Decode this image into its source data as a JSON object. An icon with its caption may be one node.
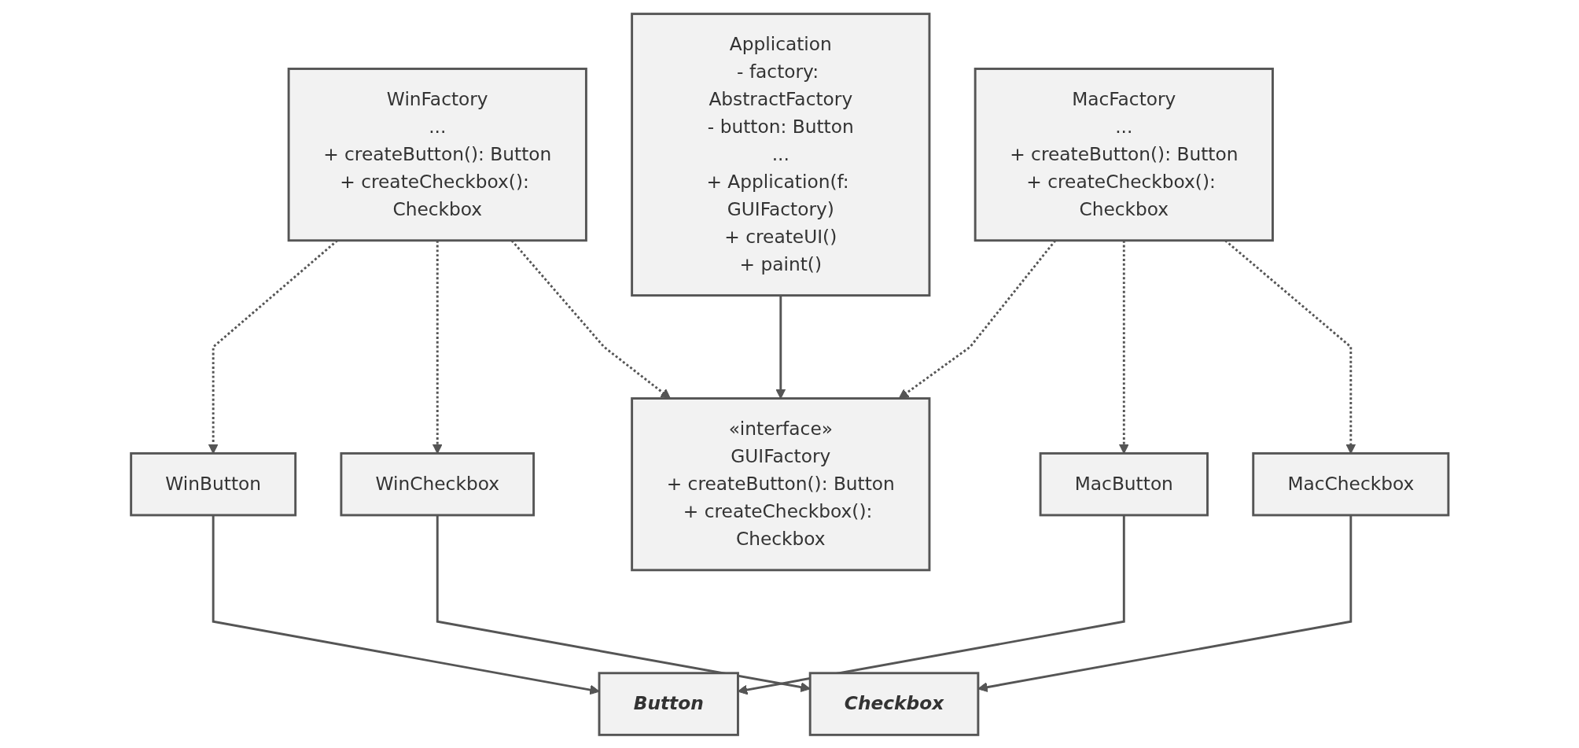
{
  "diagram": {
    "nodes": [
      {
        "text": [
          "WinFactory",
          "...",
          "+ createButton(): Button",
          "+ createCheckbox(): Checkbox"
        ]
      },
      {
        "text": [
          "WinButton"
        ]
      },
      {
        "text": [
          "WinCheckbox"
        ]
      },
      {
        "text": [
          "«interface»",
          "GUIFactory",
          "+ createButton(): Button",
          "+ createCheckbox(): Checkbox"
        ]
      },
      {
        "text": [
          "Application",
          "- factory: AbstractFactory",
          "- button: Button",
          "...",
          "+ Application(f: GUIFactory)",
          "+ createUI()",
          "+ paint()"
        ]
      },
      {
        "text": [
          "Button"
        ]
      },
      {
        "text": [
          "Checkbox"
        ]
      },
      {
        "text": [
          "MacButton"
        ]
      },
      {
        "text": [
          "MacCheckbox"
        ]
      },
      {
        "text": [
          "MacFactory",
          "...",
          "+ createButton(): Button",
          "+ createCheckbox(): Checkbox"
        ]
      }
    ],
    "edges": [
      {
        "from": 0,
        "to": 1,
        "arrow": "to",
        "style": "dashed"
      },
      {
        "from": 0,
        "to": 2,
        "arrow": "to",
        "style": "dashed"
      },
      {
        "from": 0,
        "to": 3,
        "arrow": "to",
        "style": "dashed"
      },
      {
        "from": 1,
        "to": 5,
        "arrow": "to"
      },
      {
        "from": 2,
        "to": 6,
        "arrow": "to"
      },
      {
        "from": 4,
        "to": 3,
        "arrow": "to"
      },
      {
        "from": 7,
        "to": 5,
        "arrow": "to"
      },
      {
        "from": 8,
        "to": 6,
        "arrow": "to"
      },
      {
        "from": 9,
        "to": 3,
        "arrow": "to",
        "style": "dashed"
      },
      {
        "from": 9,
        "to": 7,
        "arrow": "to",
        "style": "dashed"
      },
      {
        "from": 9,
        "to": 8,
        "arrow": "to",
        "style": "dashed"
      }
    ]
  }
}
